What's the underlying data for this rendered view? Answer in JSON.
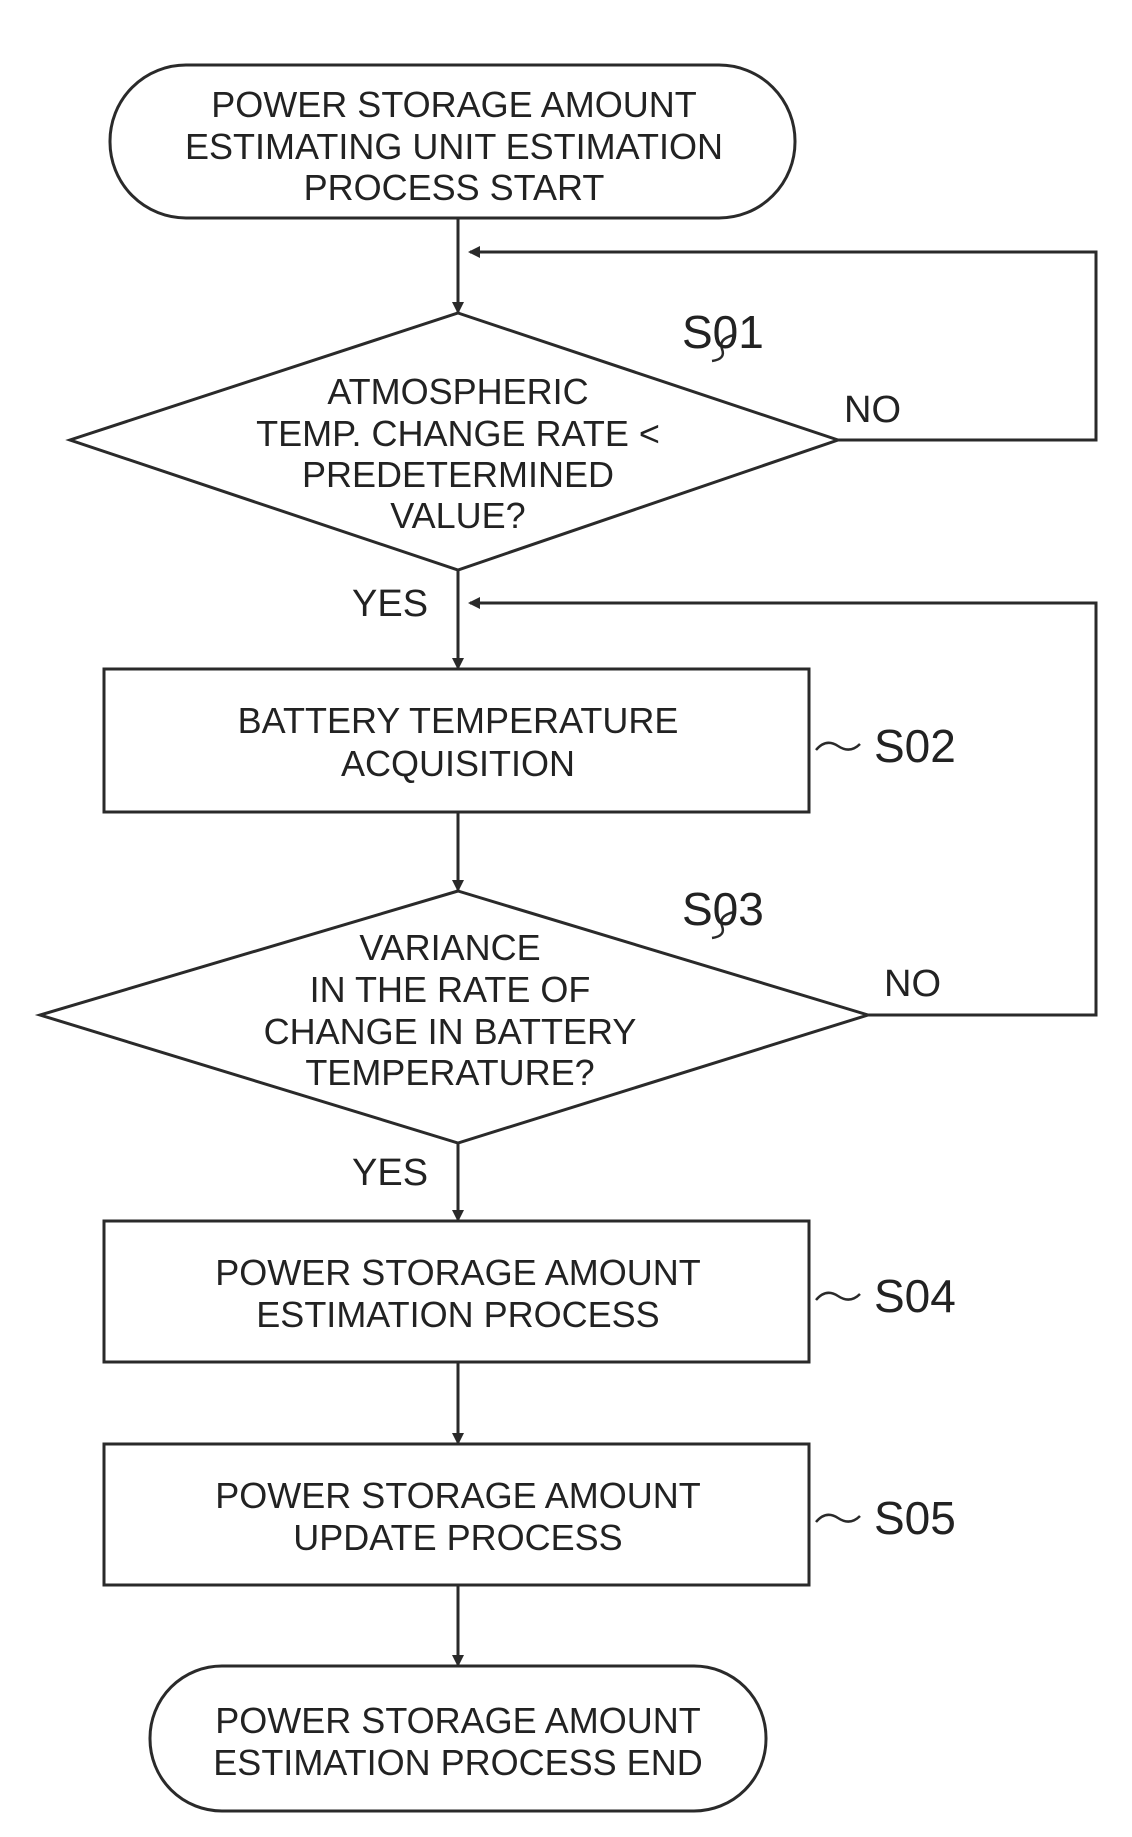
{
  "flowchart": {
    "start": {
      "lines": [
        "POWER STORAGE AMOUNT",
        "ESTIMATING UNIT ESTIMATION",
        "PROCESS START"
      ]
    },
    "s01": {
      "label": "S01",
      "lines": [
        "ATMOSPHERIC",
        "TEMP. CHANGE RATE <",
        "PREDETERMINED",
        "VALUE?"
      ],
      "yes": "YES",
      "no": "NO"
    },
    "s02": {
      "label": "S02",
      "lines": [
        "BATTERY TEMPERATURE",
        "ACQUISITION"
      ]
    },
    "s03": {
      "label": "S03",
      "lines": [
        "VARIANCE",
        "IN THE RATE OF",
        "CHANGE IN BATTERY",
        "TEMPERATURE?"
      ],
      "yes": "YES",
      "no": "NO"
    },
    "s04": {
      "label": "S04",
      "lines": [
        "POWER STORAGE AMOUNT",
        "ESTIMATION PROCESS"
      ]
    },
    "s05": {
      "label": "S05",
      "lines": [
        "POWER STORAGE AMOUNT",
        "UPDATE PROCESS"
      ]
    },
    "end": {
      "lines": [
        "POWER STORAGE AMOUNT",
        "ESTIMATION PROCESS END"
      ]
    }
  }
}
